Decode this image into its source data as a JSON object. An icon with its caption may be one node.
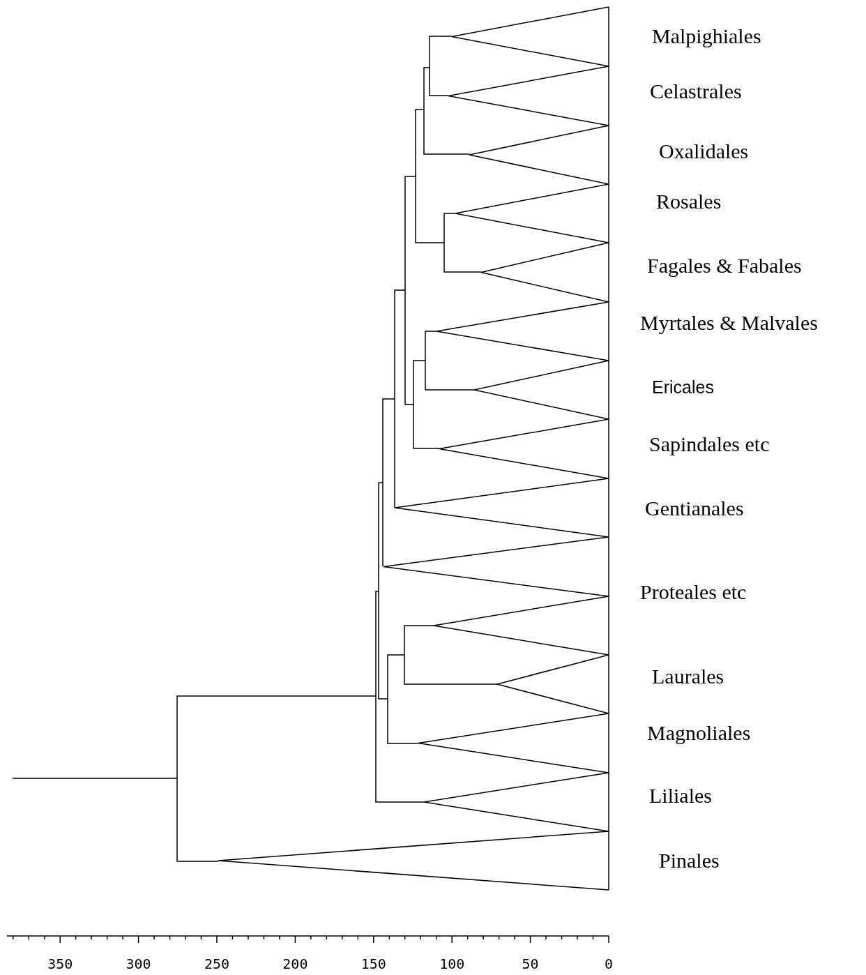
{
  "diagram": {
    "labels": [
      "Malpighiales",
      "Celastrales",
      "Oxalidales",
      "Rosales",
      "Fagales & Fabales",
      "Myrtales & Malvales",
      "Ericales",
      "Sapindales etc",
      "Gentianales",
      "Proteales etc",
      "Laurales",
      "Magnoliales",
      "Liliales",
      "Pinales",
      "350",
      "300",
      "250",
      "200",
      "150",
      "100",
      "50",
      "0"
    ]
  }
}
